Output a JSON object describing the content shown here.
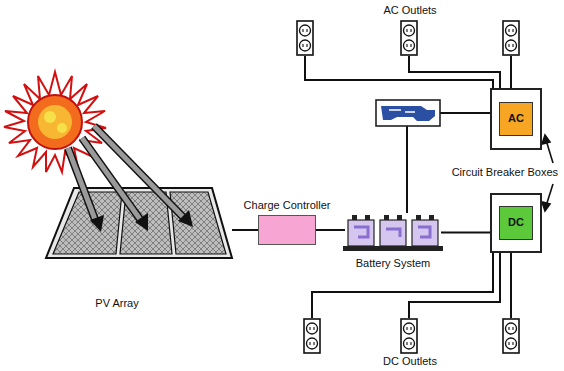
{
  "diagram": {
    "nodes": [
      {
        "text": [
          "PV Array"
        ]
      },
      {
        "text": [
          "Charge Controller"
        ]
      },
      {
        "text": [
          "Battery System"
        ]
      },
      {
        "text": [
          "AC"
        ]
      },
      {
        "text": [
          "DC"
        ]
      }
    ],
    "edges": [
      {
        "from": 0,
        "to": 1,
        "arrow": "none"
      },
      {
        "from": 1,
        "to": 2,
        "arrow": "none"
      },
      {
        "from": 2,
        "to": 3,
        "arrow": "none"
      },
      {
        "from": 2,
        "to": 4,
        "arrow": "none"
      }
    ],
    "labels": [
      "AC Outlets",
      "Circuit Breaker Boxes",
      "DC Outlets"
    ]
  }
}
